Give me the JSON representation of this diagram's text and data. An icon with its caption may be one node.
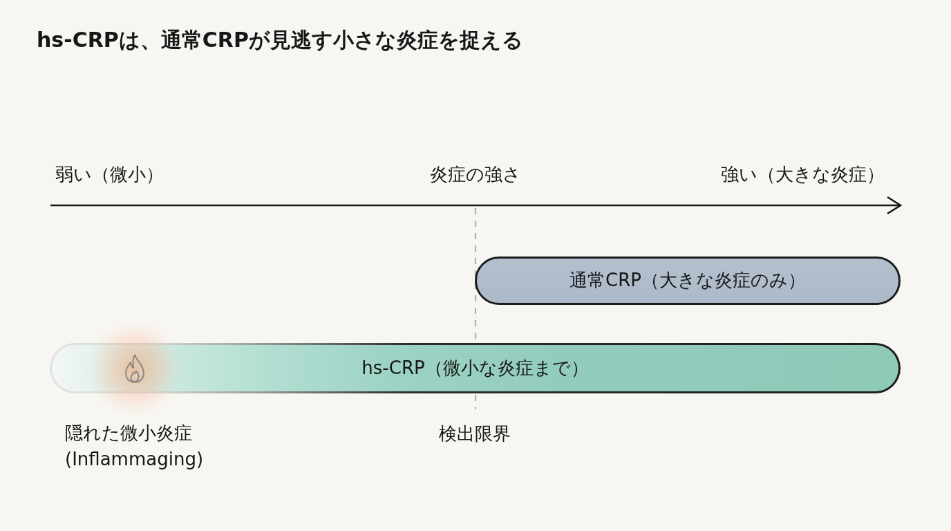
{
  "diagram": {
    "title": "hs-CRPは、通常CRPが見逃す小さな炎症を捉える",
    "nodes": [
      {
        "text": [
          "通常CRP（大きな炎症のみ）"
        ]
      },
      {
        "text": [
          "hs-CRP（微小な炎症まで）"
        ]
      }
    ],
    "labels": [
      "弱い（微小）",
      "炎症の強さ",
      "強い（大きな炎症）",
      "隠れた微小炎症(Inflammaging)",
      "検出限界"
    ]
  }
}
